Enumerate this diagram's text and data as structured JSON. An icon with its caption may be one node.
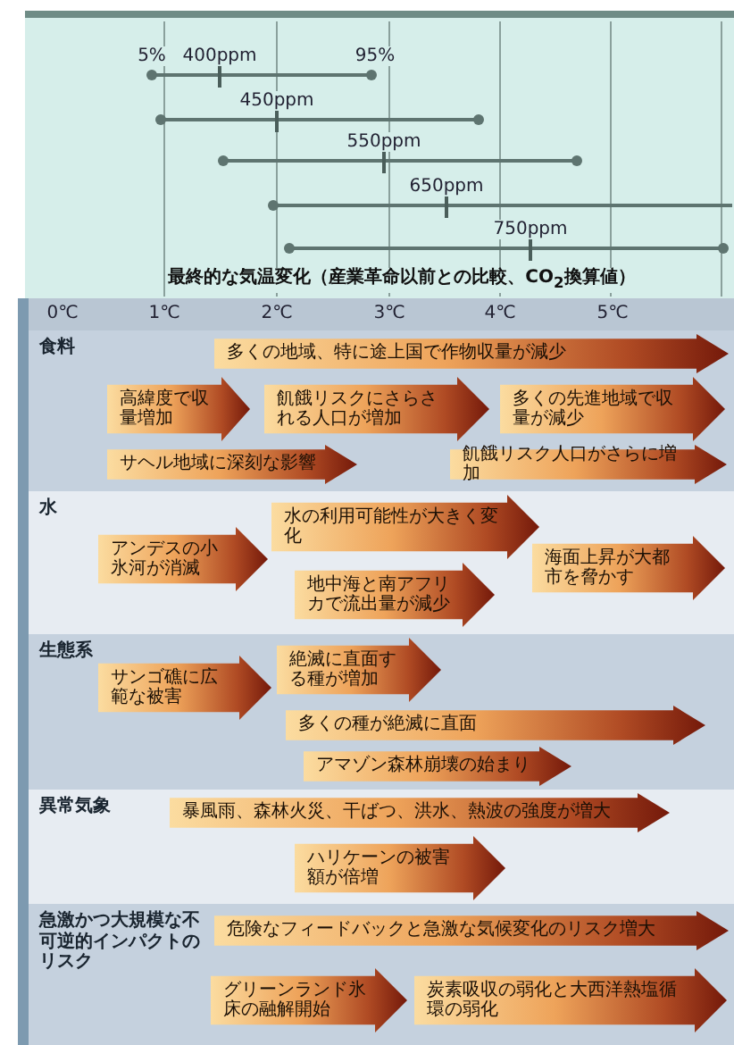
{
  "diagram": {
    "nodes": [
      {
        "text": [
          "食料"
        ]
      },
      {
        "text": [
          "多くの地域、特に途上国で作物収量が減少"
        ],
        "in": 0
      },
      {
        "text": [
          "高緯度で収量増加"
        ],
        "in": 0
      },
      {
        "text": [
          "飢餓リスクにさらされる人口が増加"
        ],
        "in": 0
      },
      {
        "text": [
          "多くの先進地域で収量が減少"
        ],
        "in": 0
      },
      {
        "text": [
          "サヘル地域に深刻な影響"
        ],
        "in": 0
      },
      {
        "text": [
          "飢餓リスク人口がさらに増加"
        ],
        "in": 0
      },
      {
        "text": [
          "水"
        ]
      },
      {
        "text": [
          "アンデスの小氷河が消滅"
        ],
        "in": 7
      },
      {
        "text": [
          "水の利用可能性が大きく変化"
        ],
        "in": 7
      },
      {
        "text": [
          "地中海と南アフリカで流出量が減少"
        ],
        "in": 7
      },
      {
        "text": [
          "海面上昇が大都市を脅かす"
        ],
        "in": 7
      },
      {
        "text": [
          "生態系"
        ]
      },
      {
        "text": [
          "サンゴ礁に広範な被害"
        ],
        "in": 12
      },
      {
        "text": [
          "絶滅に直面する種が増加"
        ],
        "in": 12
      },
      {
        "text": [
          "多くの種が絶滅に直面"
        ],
        "in": 12
      },
      {
        "text": [
          "アマゾン森林崩壊の始まり"
        ],
        "in": 12
      },
      {
        "text": [
          "異常気象"
        ]
      },
      {
        "text": [
          "暴風雨、森林火災、干ばつ、洪水、熱波の強度が増大"
        ],
        "in": 17
      },
      {
        "text": [
          "ハリケーンの被害額が倍増"
        ],
        "in": 17
      },
      {
        "text": [
          "急激かつ大規模な不可逆的インパクトのリスク"
        ]
      },
      {
        "text": [
          "危険なフィードバックと急激な気候変化のリスク増大"
        ],
        "in": 20
      },
      {
        "text": [
          "グリーンランド氷床の融解開始"
        ],
        "in": 20
      },
      {
        "text": [
          "炭素吸収の弱化と大西洋熱塩循環の弱化"
        ],
        "in": 20
      }
    ],
    "labels": [
      "5%",
      "400ppm",
      "95%",
      "450ppm",
      "550ppm",
      "650ppm",
      "750ppm",
      "最終的な気温変化（産業革命以前との比較、CO$_{2}$換算値）",
      "0℃",
      "1℃",
      "2℃",
      "3℃",
      "4℃",
      "5℃"
    ]
  }
}
